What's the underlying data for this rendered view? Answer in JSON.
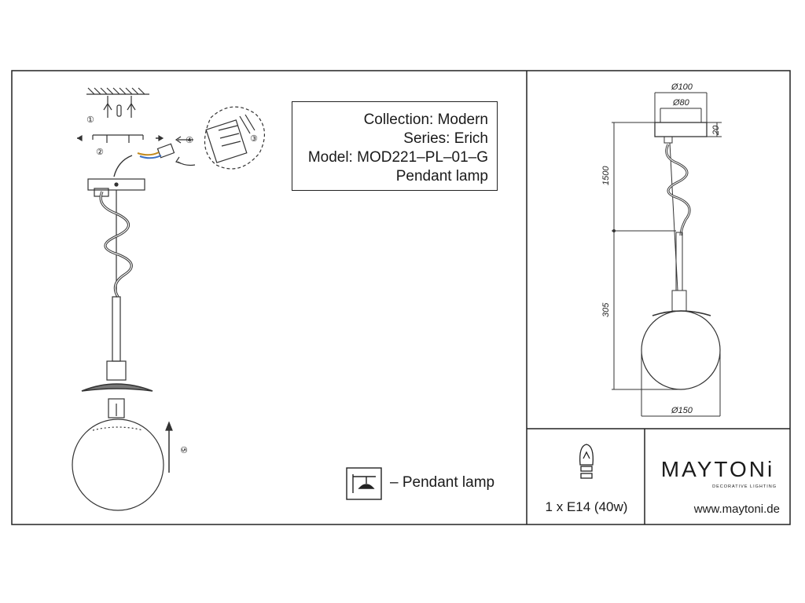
{
  "info": {
    "collection": "Collection: Modern",
    "series": "Series: Erich",
    "model": "Model: MOD221–PL–01–G",
    "type": "Pendant lamp"
  },
  "legend": {
    "label": "– Pendant lamp",
    "icon": "pendant-lamp-icon"
  },
  "steps": [
    "①",
    "②",
    "③",
    "④",
    "⑤"
  ],
  "dimensions": {
    "canopy_outer": "Ø100",
    "canopy_inner": "Ø80",
    "canopy_height": "20",
    "cable_length": "1500",
    "lamp_height": "305",
    "shade_diameter": "Ø150"
  },
  "bulb": {
    "spec": "1 x E14 (40w)",
    "icon": "bulb-icon"
  },
  "brand": {
    "name": "MAYTONi",
    "tagline": "DECORATIVE LIGHTING",
    "website": "www.maytoni.de"
  }
}
